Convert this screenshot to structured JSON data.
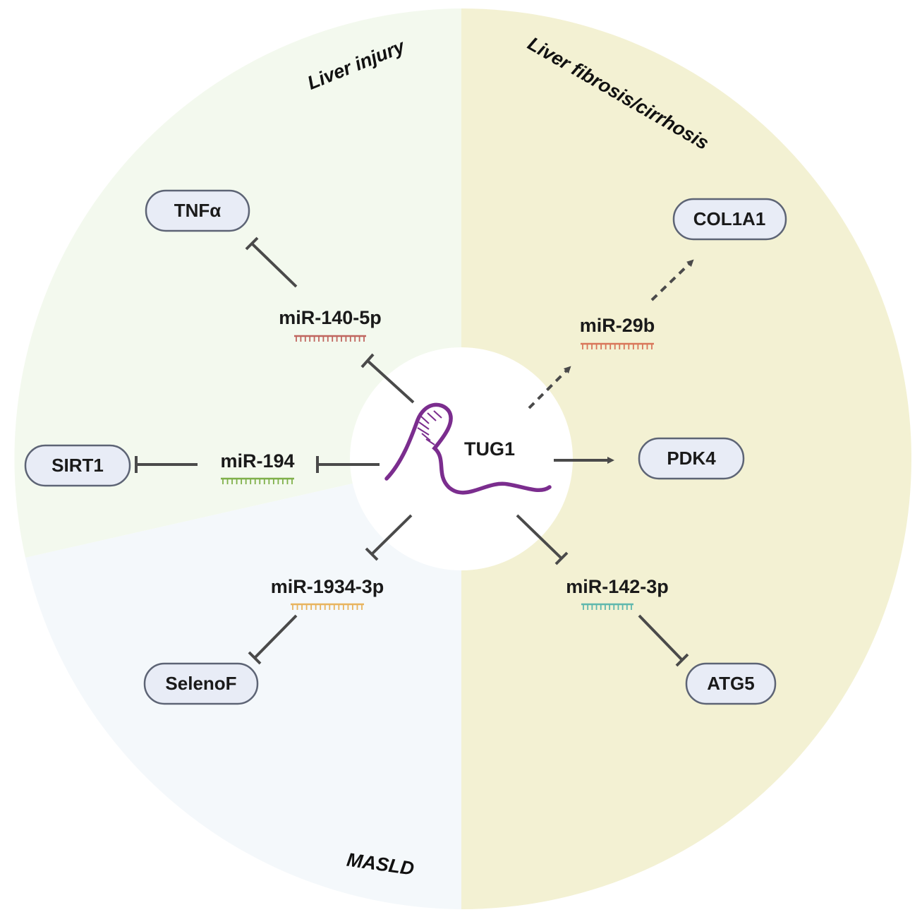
{
  "diagram": {
    "center": {
      "label": "TUG1",
      "color": "#7b2d8e"
    },
    "sectors": [
      {
        "id": "liver-injury",
        "label": "Liver injury",
        "color": "#f3f9ee"
      },
      {
        "id": "liver-fibrosis",
        "label": "Liver fibrosis/cirrhosis",
        "color": "#f3f1d3"
      },
      {
        "id": "masld",
        "label": "MASLD",
        "color": "#f4f8fb"
      }
    ],
    "mirnas": [
      {
        "id": "mir-140-5p",
        "label": "miR-140-5p",
        "color": "#c0665f"
      },
      {
        "id": "mir-29b",
        "label": "miR-29b",
        "color": "#d9765a"
      },
      {
        "id": "mir-194",
        "label": "miR-194",
        "color": "#7fb04a"
      },
      {
        "id": "mir-1934-3p",
        "label": "miR-1934-3p",
        "color": "#e8b45e"
      },
      {
        "id": "mir-142-3p",
        "label": "miR-142-3p",
        "color": "#5fb8ad"
      }
    ],
    "genes": [
      {
        "id": "tnfa",
        "label": "TNFα"
      },
      {
        "id": "col1a1",
        "label": "COL1A1"
      },
      {
        "id": "sirt1",
        "label": "SIRT1"
      },
      {
        "id": "pdk4",
        "label": "PDK4"
      },
      {
        "id": "selenof",
        "label": "SelenoF"
      },
      {
        "id": "atg5",
        "label": "ATG5"
      }
    ],
    "edge_types": {
      "inhibition": "T-bar",
      "promotion": "arrow",
      "indirect_promotion": "dashed arrow"
    },
    "line_color": "#4a4a4a"
  }
}
